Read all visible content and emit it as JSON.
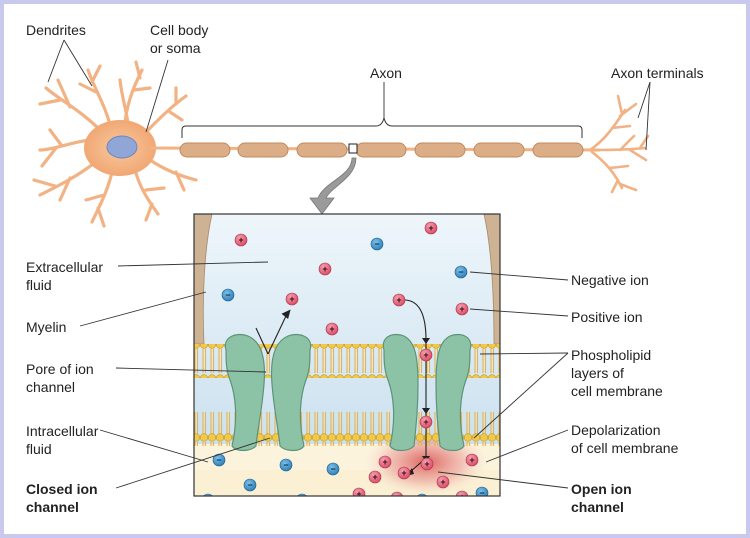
{
  "labels": {
    "dendrites": "Dendrites",
    "cell_body_line1": "Cell body",
    "cell_body_line2": "or soma",
    "axon": "Axon",
    "axon_terminals": "Axon terminals",
    "extracellular_line1": "Extracellular",
    "extracellular_line2": "fluid",
    "myelin": "Myelin",
    "pore_line1": "Pore of ion",
    "pore_line2": "channel",
    "intracellular_line1": "Intracellular",
    "intracellular_line2": "fluid",
    "closed_line1": "Closed ion",
    "closed_line2": "channel",
    "negative_ion": "Negative ion",
    "positive_ion": "Positive ion",
    "phospholipid_line1": "Phospholipid",
    "phospholipid_line2": "layers of",
    "phospholipid_line3": "cell membrane",
    "depolarization_line1": "Depolarization",
    "depolarization_line2": "of cell membrane",
    "open_line1": "Open ion",
    "open_line2": "channel"
  },
  "ion_symbols": {
    "positive": "+",
    "negative": "−"
  },
  "colors": {
    "page_border": "#c9c8ee",
    "neuron": "#f2b283",
    "nucleus": "#8fa6d6",
    "myelin_sheath": "#dcae87",
    "channel": "#8cc2a6",
    "positive_ion": "#e0607a",
    "negative_ion": "#3b8fc4",
    "extracellular": "#dbeaf4",
    "intracellular": "#fcf3dc",
    "lipid_head": "#f0c84a",
    "depolarization": "#d94a4a"
  }
}
